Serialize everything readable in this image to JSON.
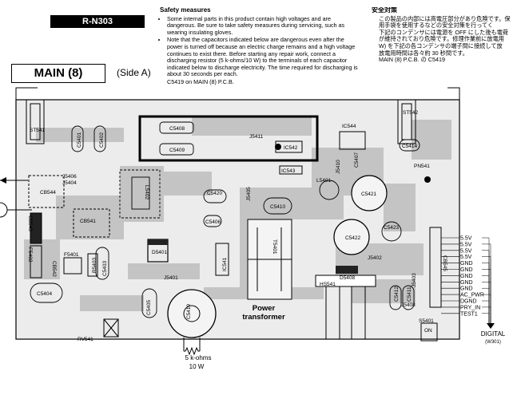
{
  "header": {
    "model": "R-N303",
    "board_title": "MAIN (8)",
    "side": "(Side A)"
  },
  "safety_en": {
    "title": "Safety measures",
    "bullet1": "Some internal parts in this product contain high voltages and are dangerous. Be sure to take safety measures during servicing, such as wearing insulating gloves.",
    "bullet2": "Note that the capacitors indicated below are dangerous even after the power is turned off because an electric charge remains and a high voltage continues to exist there. Before starting any repair work, connect a discharging resistor (5 k-ohms/10 W) to the terminals of each capacitor indicated below to discharge electricity. The time required for discharging is about 30 seconds per each.",
    "bullet3": "C5419 on MAIN (8) P.C.B."
  },
  "safety_jp": {
    "title": "安全対策",
    "bullet1_line1": "この製品の内部には高電圧部分があり危険です。保",
    "bullet1_line2": "用手袋を使用するなどの安全対策を行ってく",
    "bullet2_line1": "下記のコンデンサには電源を OFF にした後も電荷",
    "bullet2_line2": "が維持されており危険です。修理作業前に放電用",
    "bullet2_line3": "W) を下記の各コンデンサの端子間に接続して放",
    "bullet2_line4": "放電用時間は各々約 30 秒間です。",
    "bullet3": "MAIN (8) P.C.B. の C5419"
  },
  "components": {
    "st541": "ST541",
    "st542": "ST542",
    "c5401": "C5401",
    "c5402": "C5402",
    "c5408": "C5408",
    "c5409": "C5409",
    "j5411": "J5411",
    "ic542": "IC542",
    "ic544": "IC544",
    "c5414": "C5414",
    "c5407": "C5407",
    "j5410": "J5410",
    "ic543": "IC543",
    "pn541": "PN541",
    "j5406": "J5406",
    "j5404": "J5404",
    "cb544": "CB544",
    "l5402": "L5402",
    "c5420": "C5420",
    "j5405": "J5405",
    "c5410": "C5410",
    "c5421": "C5421",
    "l5401": "L5401",
    "c5406": "C5406",
    "cb541": "CB541",
    "cb543": "CB543",
    "f5402": "F5402",
    "f5401": "F5401",
    "cb542": "CB542",
    "r5403": "R5403",
    "c5403": "C5403",
    "d5401": "D5401",
    "ic541": "IC541",
    "t5401": "T5401",
    "c5422": "C5422",
    "c5423": "C5423",
    "j5402": "J5402",
    "cb545": "CB545",
    "c5404": "C5404",
    "j5401": "J5401",
    "d5408": "D5408",
    "hs541": "HS541",
    "c5419": "C5419",
    "j5403": "J5403",
    "c5405": "C5405",
    "rv541": "RV541",
    "j5408": "J5408",
    "c5412": "C5412",
    "c5411": "C5411",
    "s5401": "S5401",
    "on_mark": "ON"
  },
  "annotations": {
    "power_transformer_line1": "Power",
    "power_transformer_line2": "transformer",
    "resistor_line1": "5 k-ohms",
    "resistor_line2": "10 W"
  },
  "connector_pins": [
    "5.5V",
    "5.5V",
    "5.5V",
    "5.5V",
    "GND",
    "GND",
    "GND",
    "GND",
    "GND",
    "AC_PWR",
    "DGND",
    "PRY_IN",
    "TEST1"
  ],
  "digital": {
    "label": "DIGITAL",
    "ref": "(W301)"
  },
  "colors": {
    "board": "#e6e6e6",
    "trace": "#bdbdbd",
    "trace_dark": "#a8a8a8",
    "highlight_box": "#000000"
  }
}
